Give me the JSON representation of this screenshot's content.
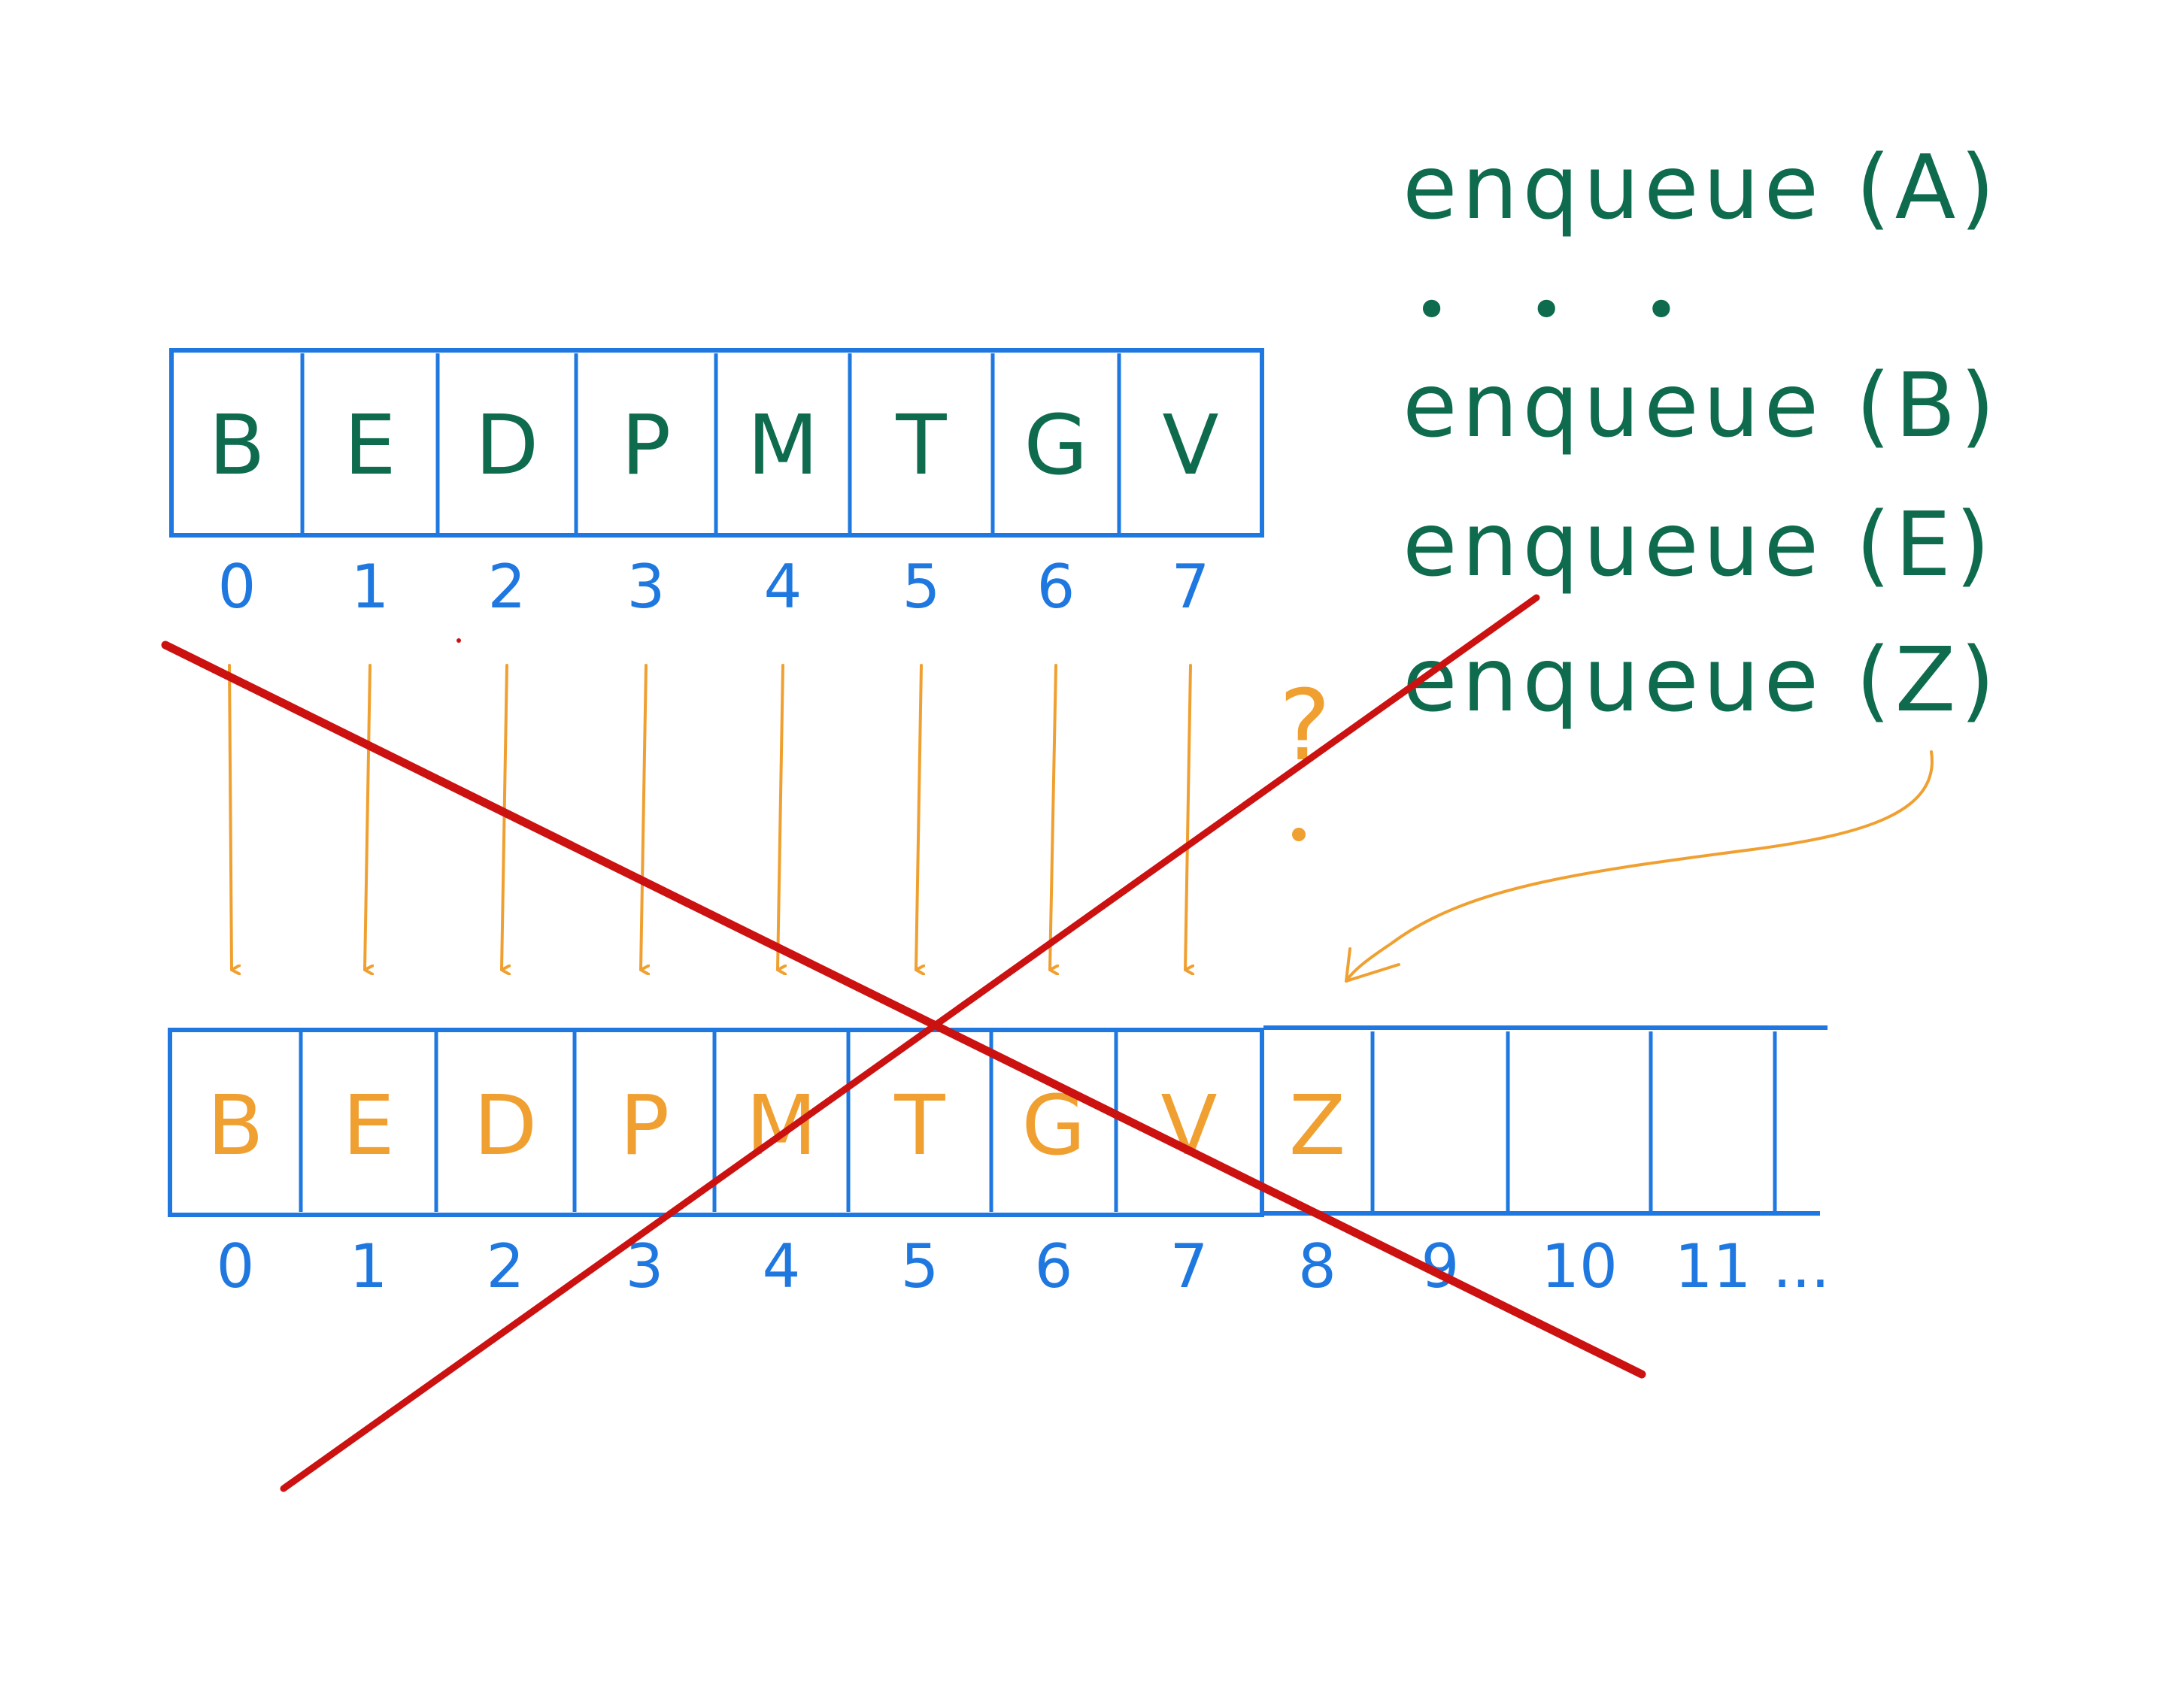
{
  "operations": [
    "enqueue (A)",
    "enqueue (B)",
    "enqueue (E)",
    "enqueue (Z)"
  ],
  "operations_ellipsis": "• • •",
  "question_mark": "?",
  "top_array": {
    "cells": [
      "B",
      "E",
      "D",
      "P",
      "M",
      "T",
      "G",
      "V"
    ],
    "indices": [
      "0",
      "1",
      "2",
      "3",
      "4",
      "5",
      "6",
      "7"
    ]
  },
  "bottom_array": {
    "cells": [
      "B",
      "E",
      "D",
      "P",
      "M",
      "T",
      "G",
      "V",
      "Z",
      "",
      "",
      "",
      ""
    ],
    "indices": [
      "0",
      "1",
      "2",
      "3",
      "4",
      "5",
      "6",
      "7",
      "8",
      "9",
      "10",
      "11",
      "..."
    ]
  },
  "colors": {
    "ink_green": "#0e6b4e",
    "box_blue": "#1f78e0",
    "arrow_orange": "#f0a030",
    "cross_red": "#cc1111"
  }
}
